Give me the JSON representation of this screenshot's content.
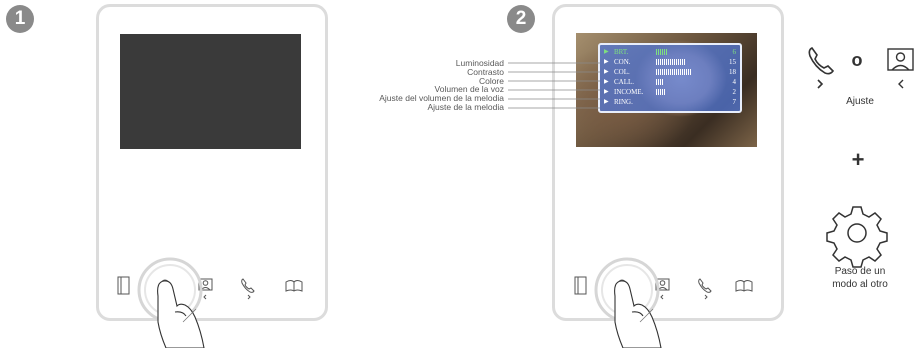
{
  "steps": [
    "1",
    "2"
  ],
  "menu_labels": [
    "Luminosidad",
    "Contrasto",
    "Colore",
    "Volumen de la voz",
    "Ajuste del volumen de la melodia",
    "Ajuste de la melodia"
  ],
  "menu_items": [
    {
      "label": "BRT.",
      "level": 6,
      "value": "6",
      "active": true
    },
    {
      "label": "CON.",
      "level": 15,
      "value": "15",
      "active": false
    },
    {
      "label": "COL.",
      "level": 18,
      "value": "18",
      "active": false
    },
    {
      "label": "CALL.",
      "level": 4,
      "value": "4",
      "active": false
    },
    {
      "label": "INCOME.",
      "level": 5,
      "value": "2",
      "active": false
    },
    {
      "label": "RING.",
      "level": 0,
      "value": "7",
      "active": false
    }
  ],
  "legend": {
    "or_symbol": "o",
    "adjust_label": "Ajuste",
    "plus_symbol": "+",
    "switch_mode_line1": "Paso de un",
    "switch_mode_line2": "modo al otro"
  },
  "colors": {
    "device_border": "#dcdcdc",
    "screen_dark": "#3a3a3a",
    "menu_bg": "#5078dc",
    "active_item": "#7fe07f",
    "badge": "#8a8a8a"
  },
  "icons": [
    "door-icon",
    "settings-gear-icon",
    "camera-icon",
    "phone-icon",
    "book-icon"
  ]
}
